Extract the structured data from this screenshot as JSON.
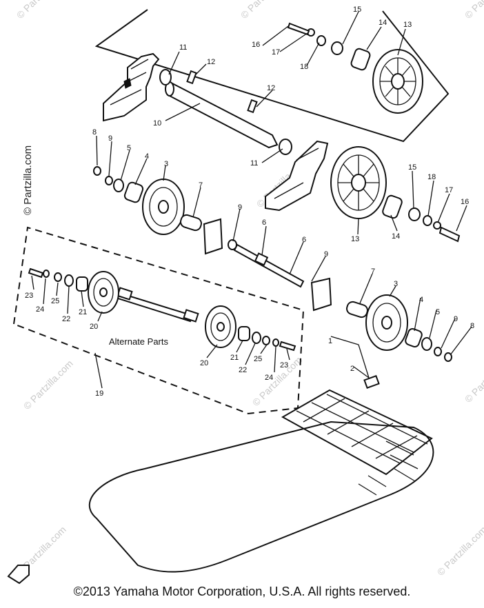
{
  "watermark": {
    "text": "© Partzilla.com"
  },
  "group_label": "Alternate Parts",
  "callouts": {
    "c1": "1",
    "c2": "2",
    "c3a": "3",
    "c3b": "3",
    "c4a": "4",
    "c4b": "4",
    "c5a": "5",
    "c5b": "5",
    "c6a": "6",
    "c6b": "6",
    "c7a": "7",
    "c7b": "7",
    "c8a": "8",
    "c8b": "8",
    "c9a": "9",
    "c9b": "9",
    "c9c": "9",
    "c9d": "9",
    "c10": "10",
    "c11a": "11",
    "c11b": "11",
    "c12a": "12",
    "c12b": "12",
    "c13a": "13",
    "c13b": "13",
    "c14a": "14",
    "c14b": "14",
    "c15a": "15",
    "c15b": "15",
    "c16a": "16",
    "c16b": "16",
    "c17a": "17",
    "c17b": "17",
    "c18a": "18",
    "c18b": "18",
    "c19": "19",
    "c20a": "20",
    "c20b": "20",
    "c21a": "21",
    "c21b": "21",
    "c22a": "22",
    "c22b": "22",
    "c23a": "23",
    "c23b": "23",
    "c24a": "24",
    "c24b": "24",
    "c25a": "25",
    "c25b": "25"
  },
  "copyright": "©2013 Yamaha Motor Corporation, U.S.A. All rights reserved."
}
